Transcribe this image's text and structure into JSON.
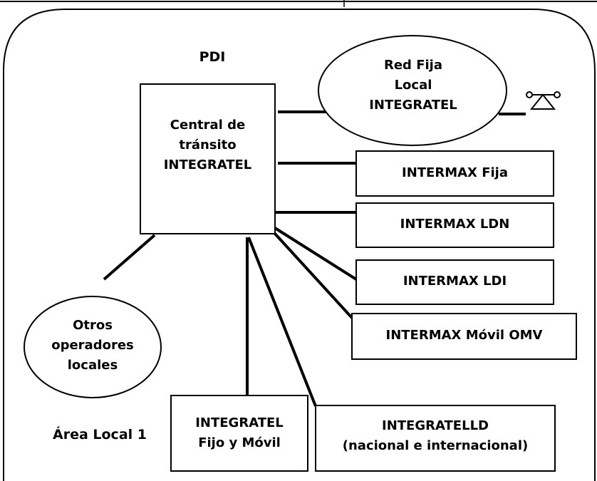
{
  "diagram": {
    "pdi_label": "PDI",
    "area_label": "Área Local 1",
    "central": {
      "line1": "Central de",
      "line2": "tránsito",
      "line3": "INTEGRATEL"
    },
    "red_fija": {
      "line1": "Red Fija",
      "line2": "Local",
      "line3": "INTEGRATEL"
    },
    "otros": {
      "line1": "Otros",
      "line2": "operadores",
      "line3": "locales"
    },
    "intermax_fija": "INTERMAX Fija",
    "intermax_ldn": "INTERMAX LDN",
    "intermax_ldi": "INTERMAX LDI",
    "intermax_movil": "INTERMAX Móvil OMV",
    "integratel_fm": {
      "line1": "INTEGRATEL",
      "line2": "Fijo y Móvil"
    },
    "integratelld": {
      "line1": "INTEGRATELLD",
      "line2": "(nacional e internacional)"
    },
    "telephone_icon": "telephone-icon"
  }
}
